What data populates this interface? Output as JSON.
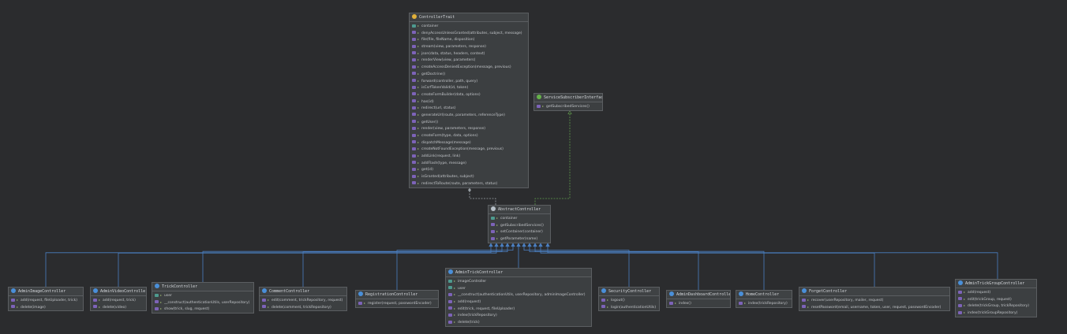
{
  "colors": {
    "background": "#2b2c2e",
    "box_fill": "#3c3f41",
    "inheritance_line": "#4a7fc1",
    "realization_line": "#5f9a4c",
    "trait_line": "#9aa0a6"
  },
  "classes": [
    {
      "key": "trait",
      "title": "ControllerTrait",
      "kind": "trait",
      "rows": [
        {
          "t": "field",
          "text": "container"
        },
        {
          "t": "method",
          "text": "denyAccessUnlessGranted(attributes, subject, message)"
        },
        {
          "t": "method",
          "text": "file(file, fileName, disposition)"
        },
        {
          "t": "method",
          "text": "stream(view, parameters, response)"
        },
        {
          "t": "method",
          "text": "json(data, status, headers, context)"
        },
        {
          "t": "method",
          "text": "renderView(view, parameters)"
        },
        {
          "t": "method",
          "text": "createAccessDeniedException(message, previous)"
        },
        {
          "t": "method",
          "text": "getDoctrine()"
        },
        {
          "t": "method",
          "text": "forward(controller, path, query)"
        },
        {
          "t": "method",
          "text": "isCsrfTokenValid(id, token)"
        },
        {
          "t": "method",
          "text": "createFormBuilder(data, options)"
        },
        {
          "t": "method",
          "text": "has(id)"
        },
        {
          "t": "method",
          "text": "redirect(url, status)"
        },
        {
          "t": "method",
          "text": "generateUrl(route, parameters, referenceType)"
        },
        {
          "t": "method",
          "text": "getUser()"
        },
        {
          "t": "method",
          "text": "render(view, parameters, response)"
        },
        {
          "t": "method",
          "text": "createForm(type, data, options)"
        },
        {
          "t": "method",
          "text": "dispatchMessage(message)"
        },
        {
          "t": "method",
          "text": "createNotFoundException(message, previous)"
        },
        {
          "t": "method",
          "text": "addLink(request, link)"
        },
        {
          "t": "method",
          "text": "addFlash(type, message)"
        },
        {
          "t": "method",
          "text": "get(id)"
        },
        {
          "t": "method",
          "text": "isGranted(attributes, subject)"
        },
        {
          "t": "method",
          "text": "redirectToRoute(route, parameters, status)"
        }
      ]
    },
    {
      "key": "iface",
      "title": "ServiceSubscriberInterface",
      "kind": "interface",
      "rows": [
        {
          "t": "method",
          "text": "getSubscribedServices()"
        }
      ]
    },
    {
      "key": "abstract",
      "title": "AbstractController",
      "kind": "abstract",
      "rows": [
        {
          "t": "field",
          "text": "container"
        },
        {
          "t": "method",
          "text": "getSubscribedServices()"
        },
        {
          "t": "method",
          "text": "setContainer(container)"
        },
        {
          "t": "method",
          "text": "getParameter(name)"
        }
      ]
    },
    {
      "key": "c1",
      "title": "AdminImageController",
      "kind": "class",
      "rows": [
        {
          "t": "method",
          "text": "add(request, fileUploader, trick)"
        },
        {
          "t": "method",
          "text": "delete(image)"
        }
      ]
    },
    {
      "key": "c2",
      "title": "AdminVideoController",
      "kind": "class",
      "rows": [
        {
          "t": "method",
          "text": "add(request, trick)"
        },
        {
          "t": "method",
          "text": "delete(video)"
        }
      ]
    },
    {
      "key": "c3",
      "title": "TrickController",
      "kind": "class",
      "rows": [
        {
          "t": "field",
          "text": "user"
        },
        {
          "t": "method",
          "text": "__construct(authenticationUtils, userRepository)"
        },
        {
          "t": "method",
          "text": "show(trick, slug, request)"
        }
      ]
    },
    {
      "key": "c4",
      "title": "CommentController",
      "kind": "class",
      "rows": [
        {
          "t": "method",
          "text": "edit(comment, trickRepository, request)"
        },
        {
          "t": "method",
          "text": "delete(comment, trickRepository)"
        }
      ]
    },
    {
      "key": "c5",
      "title": "RegistrationController",
      "kind": "class",
      "rows": [
        {
          "t": "method",
          "text": "register(request, passwordEncoder)"
        }
      ]
    },
    {
      "key": "c6",
      "title": "AdminTrickController",
      "kind": "class",
      "rows": [
        {
          "t": "field",
          "text": "imageController"
        },
        {
          "t": "field",
          "text": "user"
        },
        {
          "t": "method",
          "text": "__construct(authenticationUtils, userRepository, adminImageController)"
        },
        {
          "t": "method",
          "text": "add(request)"
        },
        {
          "t": "method",
          "text": "edit(trick, request, fileUploader)"
        },
        {
          "t": "method",
          "text": "index(trickRepository)"
        },
        {
          "t": "method",
          "text": "delete(trick)"
        }
      ]
    },
    {
      "key": "c7",
      "title": "SecurityController",
      "kind": "class",
      "rows": [
        {
          "t": "method",
          "text": "logout()"
        },
        {
          "t": "method",
          "text": "login(authenticationUtils)"
        }
      ]
    },
    {
      "key": "c8",
      "title": "AdminDashboardController",
      "kind": "class",
      "rows": [
        {
          "t": "method",
          "text": "index()"
        }
      ]
    },
    {
      "key": "c9",
      "title": "HomeController",
      "kind": "class",
      "rows": [
        {
          "t": "method",
          "text": "index(trickRepository)"
        }
      ]
    },
    {
      "key": "c10",
      "title": "ForgetController",
      "kind": "class",
      "rows": [
        {
          "t": "method",
          "text": "recover(userRepository, mailer, request)"
        },
        {
          "t": "method",
          "text": "resetPassword(email, username, token, user, request, passwordEncoder)"
        }
      ]
    },
    {
      "key": "c11",
      "title": "AdminTrickGroupController",
      "kind": "class",
      "rows": [
        {
          "t": "method",
          "text": "add(request)"
        },
        {
          "t": "method",
          "text": "edit(trickGroup, request)"
        },
        {
          "t": "method",
          "text": "delete(trickGroup, trickRepository)"
        },
        {
          "t": "method",
          "text": "index(trickGroupRepository)"
        }
      ]
    }
  ]
}
